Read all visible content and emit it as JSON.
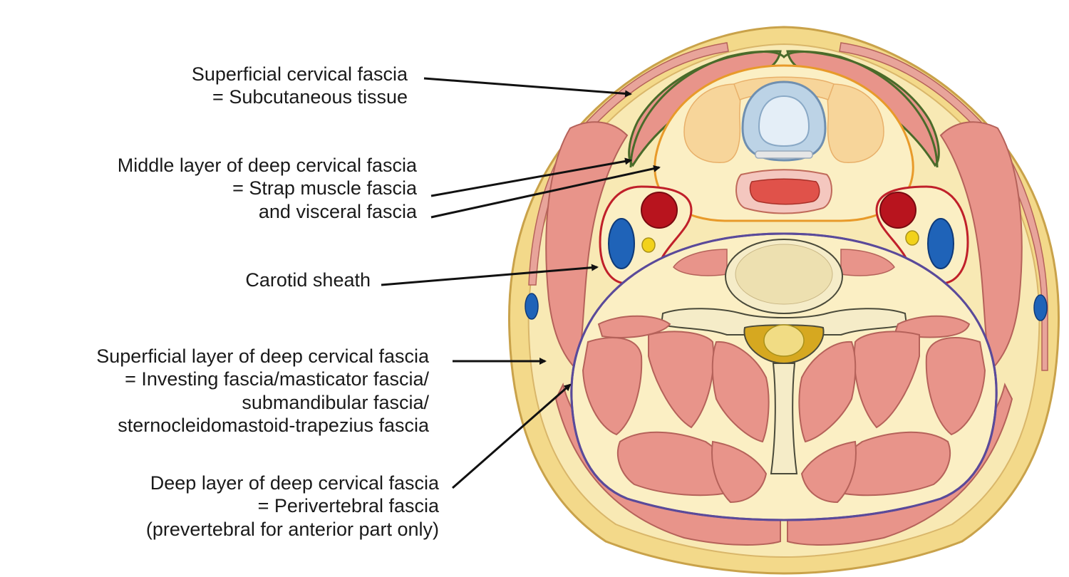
{
  "labels": {
    "superficial_cervical": {
      "line1": "Superficial cervical fascia",
      "line2": "= Subcutaneous tissue"
    },
    "middle_layer": {
      "line1": "Middle layer of deep cervical fascia",
      "line2": "= Strap muscle fascia",
      "line3": "and visceral fascia"
    },
    "carotid_sheath": {
      "line1": "Carotid sheath"
    },
    "superficial_layer": {
      "line1": "Superficial layer of deep cervical fascia",
      "line2": "= Investing fascia/masticator fascia/",
      "line3": "submandibular fascia/",
      "line4": "sternocleidomastoid-trapezius fascia"
    },
    "deep_layer": {
      "line1": "Deep layer of deep cervical fascia",
      "line2": "= Perivertebral fascia",
      "line3": "(prevertebral for anterior part only)"
    }
  },
  "colors": {
    "skin": "#f3d98a",
    "subcutaneous": "#f8e9b4",
    "muscle": "#e8948a",
    "muscle_light": "#f2b5aa",
    "superficial_fascia_line": "#4a6b2a",
    "visceral_fascia_line": "#e89a2a",
    "carotid_sheath_line": "#c0202a",
    "prevertebral_line": "#5a4a9a",
    "artery": "#b8141e",
    "vein": "#1f63b8",
    "nerve": "#f2d21a",
    "bone": "#f5ecc8",
    "arrow": "#111111"
  }
}
